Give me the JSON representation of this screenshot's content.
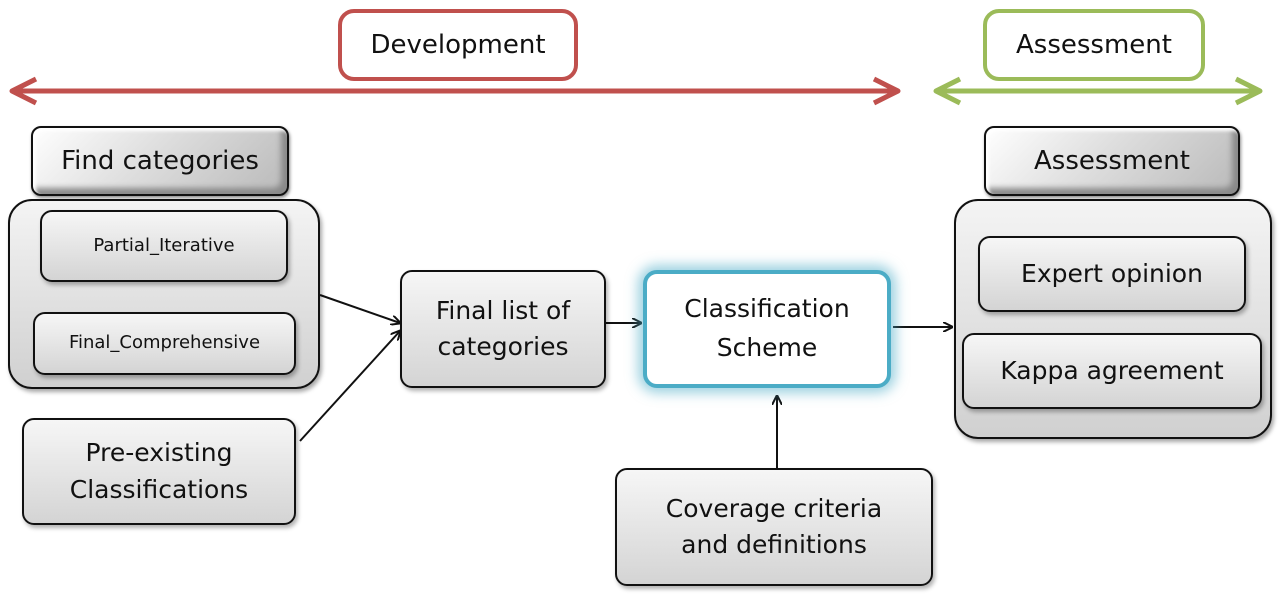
{
  "phases": {
    "development": "Development",
    "assessment": "Assessment"
  },
  "find_categories": {
    "title": "Find categories",
    "partial": "Partial_Iterative",
    "final": "Final_Comprehensive"
  },
  "pre_existing": "Pre-existing Classifications",
  "final_list": "Final list of categories",
  "scheme": "Classification Scheme",
  "coverage": "Coverage criteria and definitions",
  "assessment_group": {
    "title": "Assessment",
    "expert": "Expert opinion",
    "kappa": "Kappa agreement"
  },
  "colors": {
    "development": "#c0504d",
    "assessment": "#9bbb59",
    "scheme_border": "#4bacc6"
  }
}
